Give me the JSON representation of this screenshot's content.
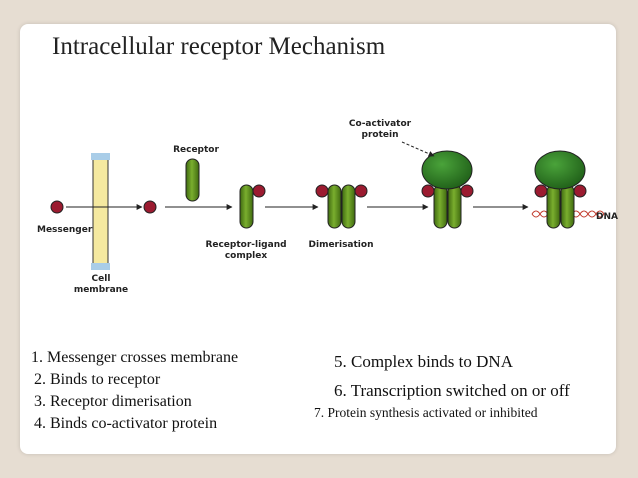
{
  "title": "Intracellular receptor Mechanism",
  "diagram": {
    "labels": {
      "messenger": "Messenger",
      "cell_membrane_line1": "Cell",
      "cell_membrane_line2": "membrane",
      "receptor": "Receptor",
      "receptor_ligand_line1": "Receptor-ligand",
      "receptor_ligand_line2": "complex",
      "dimerisation": "Dimerisation",
      "coactivator_line1": "Co-activator",
      "coactivator_line2": "protein",
      "dna": "DNA"
    },
    "colors": {
      "messenger": "#9b1b30",
      "receptor": "#5c8a1f",
      "coactivator": "#2e7d22",
      "membrane_fill": "#f5e9a0",
      "membrane_cap": "#a9cde8",
      "dna": "#c0392b"
    }
  },
  "steps": [
    "1. Messenger crosses membrane",
    "2. Binds to receptor",
    "3. Receptor dimerisation",
    "4. Binds co-activator protein",
    "5. Complex binds to DNA",
    "6. Transcription switched on or off",
    "7. Protein synthesis activated or inhibited"
  ]
}
